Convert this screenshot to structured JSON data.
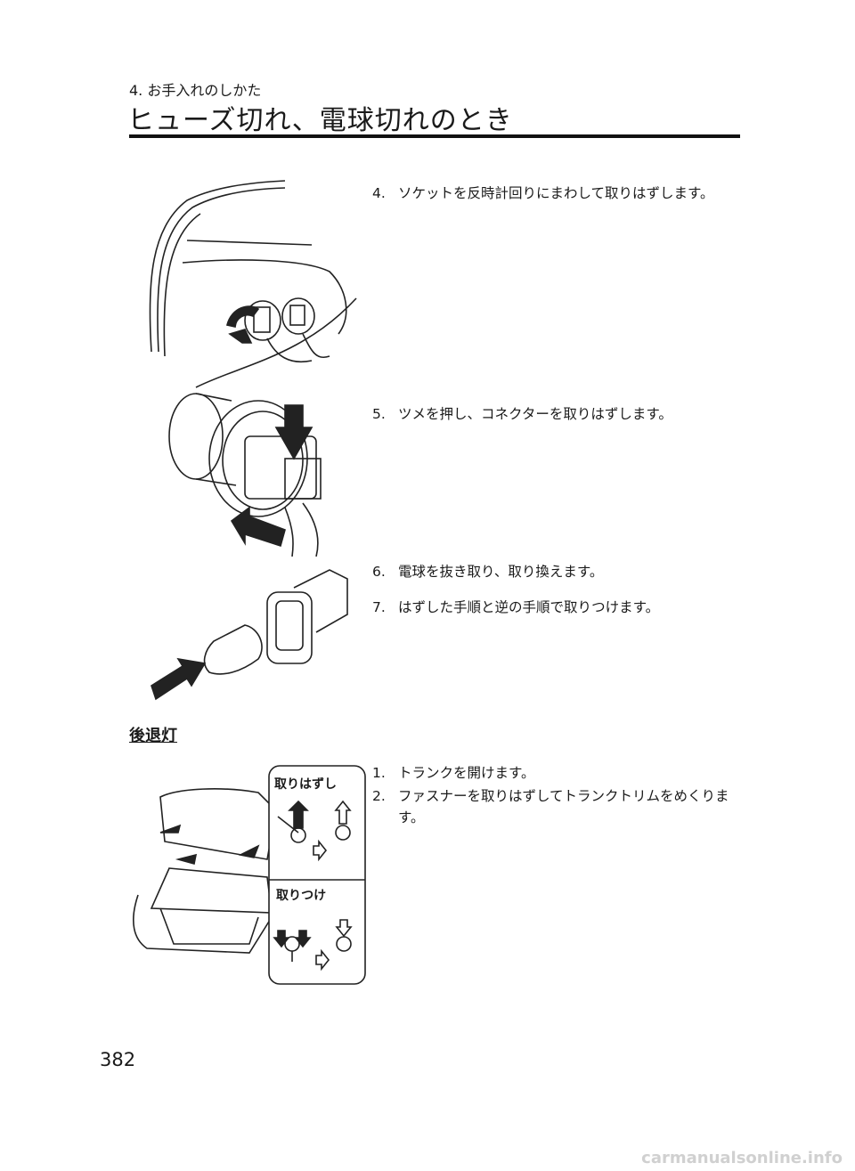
{
  "header": {
    "breadcrumb": "4. お手入れのしかた",
    "title": "ヒューズ切れ、電球切れのとき"
  },
  "steps_a": [
    {
      "num": "4.",
      "text": "ソケットを反時計回りにまわして取りはずします。"
    },
    {
      "num": "5.",
      "text": "ツメを押し、コネクターを取りはずします。"
    },
    {
      "num": "6.",
      "text": "電球を抜き取り、取り換えます。"
    },
    {
      "num": "7.",
      "text": "はずした手順と逆の手順で取りつけます。"
    }
  ],
  "section_heading": "後退灯",
  "steps_b": [
    {
      "num": "1.",
      "text": "トランクを開けます。"
    },
    {
      "num": "2.",
      "text": "ファスナーを取りはずしてトランクトリムをめくります。"
    }
  ],
  "fastener_panel": {
    "remove_label": "取りはずし",
    "install_label": "取りつけ"
  },
  "page_number": "382",
  "watermark": "carmanualsonline.info"
}
